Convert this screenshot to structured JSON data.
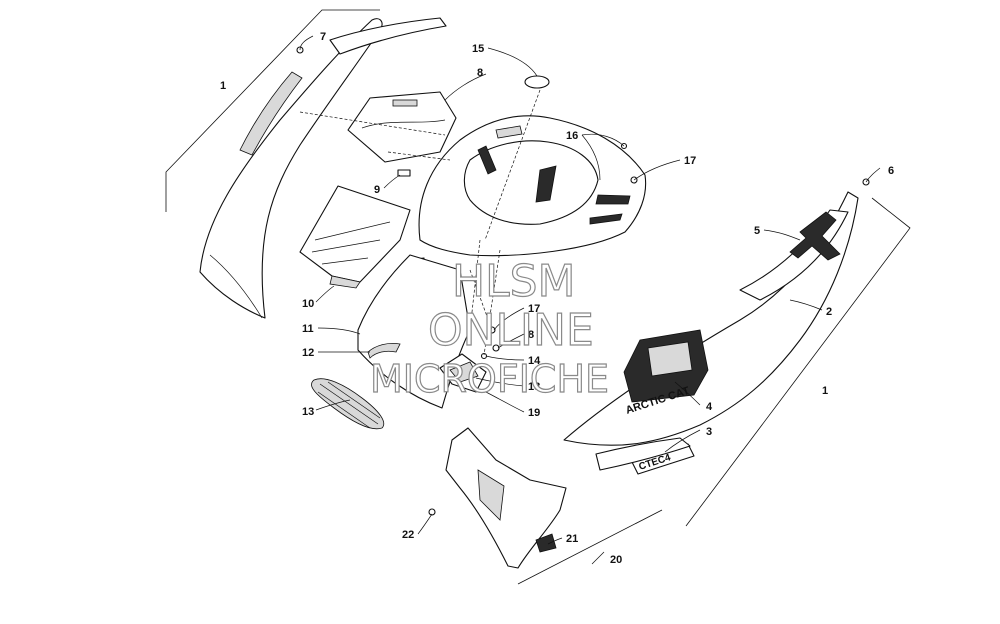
{
  "watermark": {
    "line1": "HLSM",
    "line2": "ONLINE",
    "line3": "MICROFICHE"
  },
  "decals": {
    "brand": "ARCTIC CAT",
    "model": "CTEC4"
  },
  "callouts": [
    "1",
    "1",
    "2",
    "3",
    "4",
    "5",
    "6",
    "7",
    "8",
    "9",
    "10",
    "11",
    "12",
    "13",
    "14",
    "15",
    "16",
    "17",
    "17",
    "18",
    "19",
    "20",
    "21",
    "22",
    "8"
  ]
}
